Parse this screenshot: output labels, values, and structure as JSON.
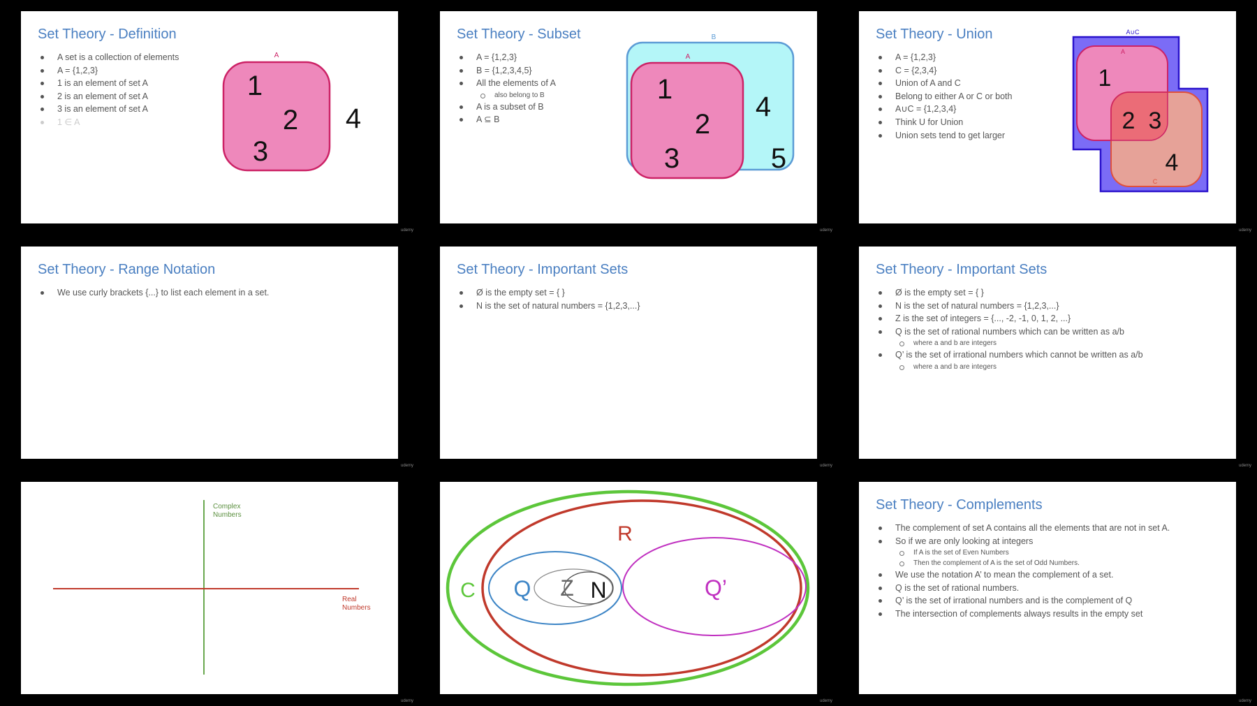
{
  "slides": {
    "definition": {
      "title": "Set Theory - Definition",
      "bullets": [
        "A set is a collection of elements",
        "A = {1,2,3}",
        "1 is an element of set A",
        "2 is an element of set A",
        "3 is an element of set A",
        "1 ∈ A"
      ],
      "diagram": {
        "set_label": "A",
        "inside": [
          "1",
          "2",
          "3"
        ],
        "outside": [
          "4"
        ]
      }
    },
    "subset": {
      "title": "Set Theory - Subset",
      "bullets": [
        "A = {1,2,3}",
        "B = {1,2,3,4,5}",
        "All the elements of A",
        "also belong to B",
        "A is  a subset of B",
        "A ⊆ B"
      ],
      "diagram": {
        "outer_label": "B",
        "inner_label": "A",
        "inner": [
          "1",
          "2",
          "3"
        ],
        "outer": [
          "4",
          "5"
        ]
      }
    },
    "union": {
      "title": "Set Theory - Union",
      "bullets": [
        "A = {1,2,3}",
        "C = {2,3,4}",
        "Union of A and C",
        "Belong to either A or C or both",
        "A∪C = {1,2,3,4}",
        "Think U for Union",
        "Union sets tend to get larger"
      ],
      "diagram": {
        "union_label": "A∪C",
        "a_label": "A",
        "c_label": "C",
        "a_only": [
          "1"
        ],
        "both": [
          "2",
          "3"
        ],
        "c_only": [
          "4"
        ]
      }
    },
    "range_notation": {
      "title": "Set Theory - Range Notation",
      "bullets": [
        "We use curly brackets {...} to list each element in a set."
      ]
    },
    "important_sets_1": {
      "title": "Set Theory - Important Sets",
      "bullets": [
        "Ø is the empty set = { }",
        "N is the set of natural numbers = {1,2,3,...}"
      ]
    },
    "important_sets_2": {
      "title": "Set Theory - Important Sets",
      "bullets": [
        "Ø is the empty set = { }",
        "N is the set of natural numbers = {1,2,3,...}",
        "Z is the set of integers = {..., -2, -1, 0, 1, 2, ...}",
        "Q is the set of rational numbers which can be written as a/b",
        "where a and b are integers",
        "Q’ is the set of irrational numbers which cannot be written as a/b",
        "where a and b are integers"
      ]
    },
    "complex_plane": {
      "vertical_label_1": "Complex",
      "vertical_label_2": "Numbers",
      "horizontal_label_1": "Real",
      "horizontal_label_2": "Numbers",
      "colors": {
        "vertical": "#6aa84f",
        "horizontal": "#c0392b"
      }
    },
    "number_sets": {
      "labels": {
        "C": "C",
        "R": "R",
        "Q": "Q",
        "Z": "Z",
        "N": "N",
        "Qp": "Q’"
      },
      "colors": {
        "C": "#5cc63a",
        "R": "#c0392b",
        "Q": "#3d85c6",
        "Z": "#666666",
        "N": "#111111",
        "Qp": "#c030c0"
      }
    },
    "complements": {
      "title": "Set Theory - Complements",
      "bullets": [
        "The complement of set A contains all the elements that are not in set A.",
        "So if we are only looking at integers",
        "If A is the set of Even Numbers",
        "Then the complement of A is the set of Odd Numbers.",
        "We use the notation A’ to mean the complement of a set.",
        "Q is the set of rational numbers.",
        "Q’ is the set of irrational numbers and is the complement of Q",
        "The intersection of complements always results in the empty set"
      ]
    }
  },
  "watermark": "udemy",
  "colors": {
    "pink": "#ee88bb",
    "pink_stroke": "#cc2266",
    "cyan": "#b4f6f8",
    "cyan_stroke": "#5b9bd5",
    "purple": "#7b6cf6",
    "purple_stroke": "#2a12cc",
    "peach": "#f2a98e",
    "title_blue": "#4a7fc1"
  }
}
